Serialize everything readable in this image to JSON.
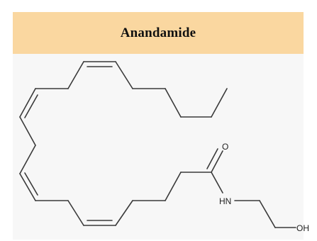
{
  "title": "Anandamide",
  "atoms": {
    "oxygen": "O",
    "amine": "HN",
    "hydroxyl": "OH"
  },
  "colors": {
    "header_bg": "#fad7a0",
    "panel_bg": "#f7f7f7",
    "bond": "#3a3a3a"
  }
}
